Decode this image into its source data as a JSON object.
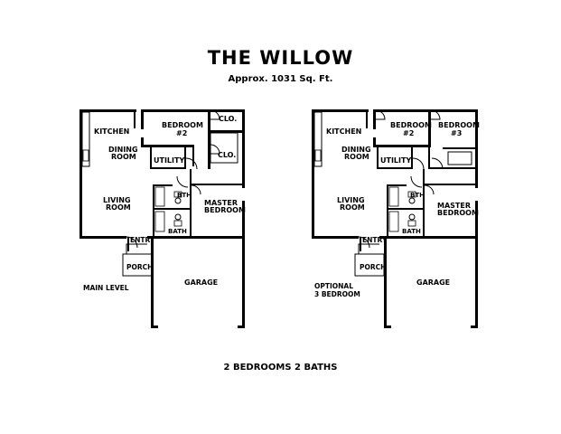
{
  "header": {
    "title": "THE WILLOW",
    "subtitle": "Approx. 1031 Sq. Ft."
  },
  "footer": {
    "summary": "2 BEDROOMS 2 BATHS"
  },
  "plan_left": {
    "kitchen": "KITCHEN",
    "dining_1": "DINING",
    "dining_2": "ROOM",
    "bedroom2_1": "BEDROOM",
    "bedroom2_2": "#2",
    "closet_a": "CLO.",
    "closet_b": "CLO.",
    "utility": "UTILITY",
    "living_1": "LIVING",
    "living_2": "ROOM",
    "bath_upper": "BTH",
    "bath_lower": "BATH",
    "master_1": "MASTER",
    "master_2": "BEDROOM",
    "entry": "ENTRY",
    "porch": "PORCH",
    "garage": "GARAGE",
    "caption": "MAIN LEVEL"
  },
  "plan_right": {
    "kitchen": "KITCHEN",
    "dining_1": "DINING",
    "dining_2": "ROOM",
    "bedroom2_1": "BEDROOM",
    "bedroom2_2": "#2",
    "bedroom3_1": "BEDROOM",
    "bedroom3_2": "#3",
    "utility": "UTILITY",
    "living_1": "LIVING",
    "living_2": "ROOM",
    "bath_upper": "BTH",
    "bath_lower": "BATH",
    "master_1": "MASTER",
    "master_2": "BEDROOM",
    "entry": "ENTRY",
    "porch": "PORCH",
    "garage": "GARAGE",
    "caption_1": "OPTIONAL",
    "caption_2": "3 BEDROOM"
  }
}
